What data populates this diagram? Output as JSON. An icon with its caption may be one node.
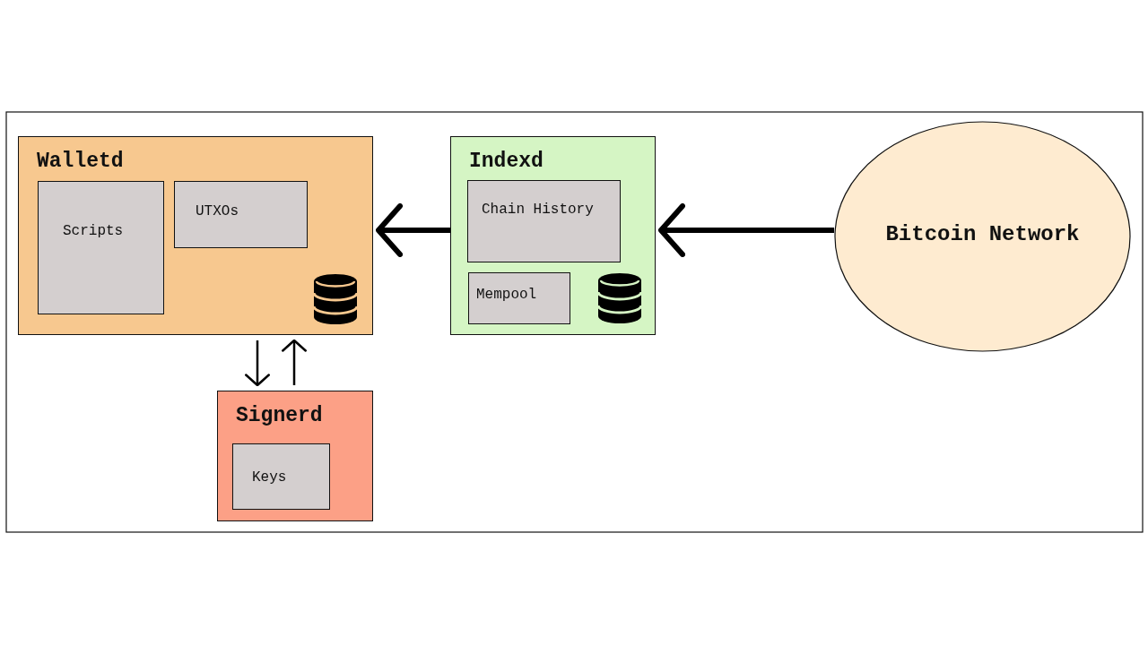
{
  "diagram": {
    "nodes": [
      {
        "text": [
          "Walletd"
        ]
      },
      {
        "text": [
          "Scripts"
        ],
        "in": 0
      },
      {
        "text": [
          "UTXOs"
        ],
        "in": 0
      },
      {
        "text": [
          "Indexd"
        ]
      },
      {
        "text": [
          "Chain History"
        ],
        "in": 3
      },
      {
        "text": [
          "Mempool"
        ],
        "in": 3
      },
      {
        "text": [
          "Bitcoin Network"
        ]
      },
      {
        "text": [
          "Signerd"
        ]
      },
      {
        "text": [
          "Keys"
        ],
        "in": 7
      }
    ],
    "edges": [
      {
        "from": 6,
        "to": 3,
        "arrow": "to",
        "style": "thick"
      },
      {
        "from": 3,
        "to": 0,
        "arrow": "to",
        "style": "thick"
      },
      {
        "from": 0,
        "to": 7,
        "arrow": "to"
      },
      {
        "from": 7,
        "to": 0,
        "arrow": "to"
      }
    ]
  }
}
